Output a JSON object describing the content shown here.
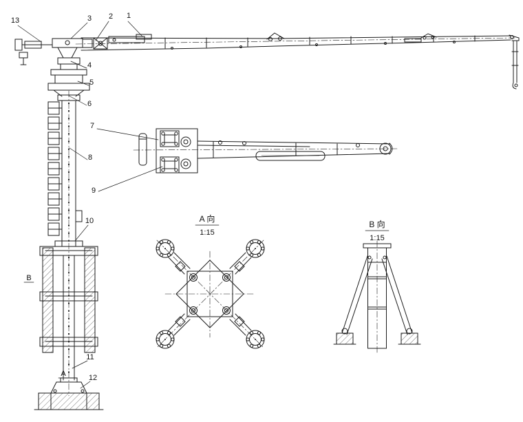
{
  "drawing": {
    "background": "#ffffff",
    "line_color": "#1a1a1a",
    "part_labels": {
      "p1": "1",
      "p2": "2",
      "p3": "3",
      "p4": "4",
      "p5": "5",
      "p6": "6",
      "p7": "7",
      "p8": "8",
      "p9": "9",
      "p10": "10",
      "p11": "11",
      "p12": "12",
      "p13": "13"
    },
    "section_marks": {
      "a": "A",
      "b": "B"
    },
    "views": {
      "view_a": {
        "title": "A 向",
        "scale": "1:15"
      },
      "view_b": {
        "title": "B 向",
        "scale": "1:15"
      }
    }
  }
}
